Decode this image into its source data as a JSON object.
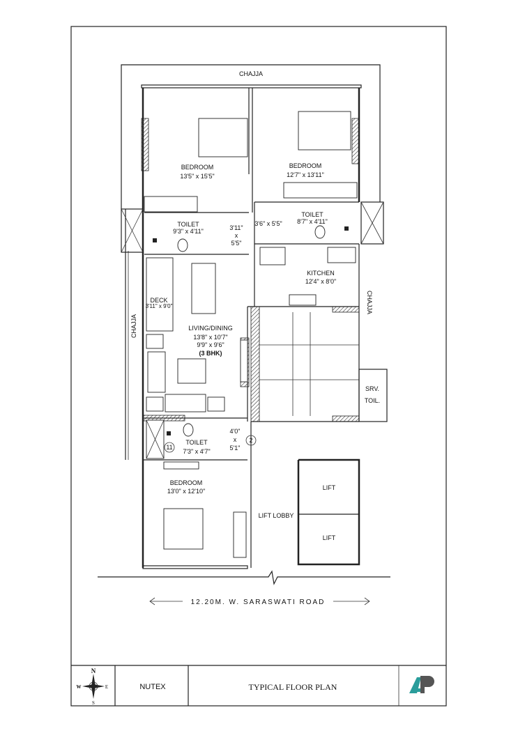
{
  "plan": {
    "chajja_top": "CHAJJA",
    "chajja_left": "CHAJJA",
    "chajja_right": "CHAJJA",
    "rooms": {
      "bedroom1": {
        "name": "BEDROOM",
        "size": "13'5\" x 15'5\""
      },
      "bedroom2": {
        "name": "BEDROOM",
        "size": "12'7\" x 13'11\""
      },
      "toilet1": {
        "name": "TOILET",
        "size": "9'3\" x 4'11\""
      },
      "toilet2": {
        "name": "TOILET",
        "size": "8'7\" x 4'11\""
      },
      "passage1": {
        "w": "3'11\"",
        "x": "x",
        "h": "5'5\""
      },
      "passage2": "3'6\" x 5'5\"",
      "kitchen": {
        "name": "KITCHEN",
        "size": "12'4\" x 8'0\""
      },
      "deck": {
        "name": "DECK",
        "size": "3'11\" x 9'0\""
      },
      "living": {
        "name": "LIVING/DINING",
        "size1": "13'8\" x 10'7\"",
        "size2": "9'9\" x 9'6\"",
        "type": "(3 BHK)"
      },
      "toilet3": {
        "name": "TOILET",
        "size": "7'3\" x 4'7\""
      },
      "passage3": {
        "w": "4'0\"",
        "x": "x",
        "h": "5'1\""
      },
      "bedroom3": {
        "name": "BEDROOM",
        "size": "13'0\" x 12'10\""
      },
      "srv_toil": {
        "line1": "SRV.",
        "line2": "TOIL."
      },
      "lift_lobby": "LIFT LOBBY",
      "lift1": "LIFT",
      "lift2": "LIFT"
    },
    "markers": {
      "m11": "11",
      "m2": "2"
    },
    "road": "12.20M. W. SARASWATI ROAD"
  },
  "title_block": {
    "compass": {
      "n": "N",
      "s": "S",
      "e": "E",
      "w": "W"
    },
    "company": "NUTEX",
    "title": "TYPICAL FLOOR PLAN",
    "logo_text": "AP"
  }
}
